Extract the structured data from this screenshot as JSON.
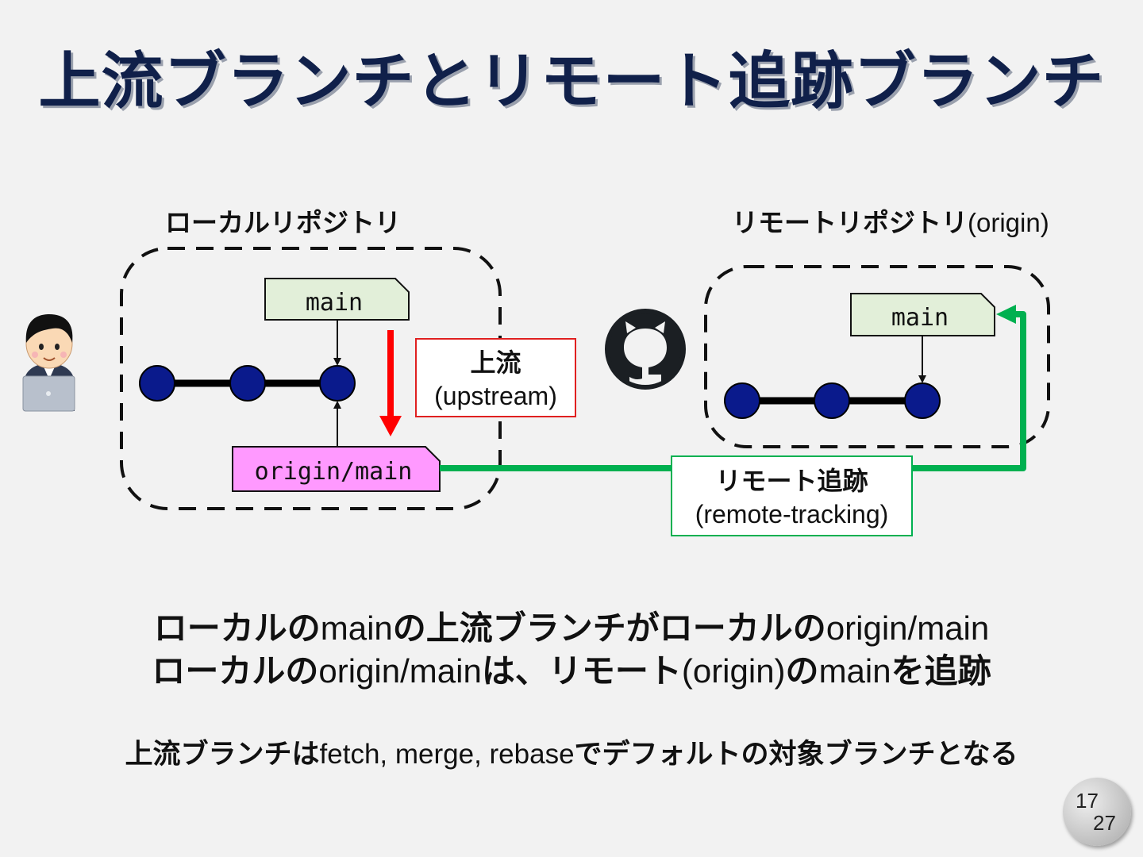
{
  "title": "上流ブランチとリモート追跡ブランチ",
  "local_repo": {
    "label": "ローカルリポジトリ"
  },
  "remote_repo": {
    "label_jp": "リモートリポジトリ",
    "label_en": "(origin)"
  },
  "local_branch_tags": {
    "main": "main",
    "origin_main": "origin/main"
  },
  "remote_branch_tags": {
    "main": "main"
  },
  "upstream_box": {
    "jp": "上流",
    "en": "(upstream)"
  },
  "tracking_box": {
    "jp": "リモート追跡",
    "en": "(remote-tracking)"
  },
  "statement_1": {
    "p1": "ローカルの",
    "p2": "main",
    "p3": "の上流ブランチがローカルの",
    "p4": "origin/main"
  },
  "statement_2": {
    "p1": "ローカルの",
    "p2": "origin/main",
    "p3": "は、リモート",
    "p4": "(origin)",
    "p5": "の",
    "p6": "main",
    "p7": "を追跡"
  },
  "note": {
    "p1": "上流ブランチは",
    "p2": "fetch, merge, rebase",
    "p3": "でデフォルトの対象ブランチとなる"
  },
  "page": {
    "current": "17",
    "total": "27"
  },
  "colors": {
    "commit": "#0a1a8c",
    "main_tag": "#e2efd9",
    "origin_tag": "#ff99ff",
    "upstream_arrow": "#ff0000",
    "tracking_line": "#00b050",
    "upstream_border": "#e02020",
    "tracking_border": "#00b050"
  },
  "icons": [
    "person-laptop-icon",
    "github-icon"
  ]
}
